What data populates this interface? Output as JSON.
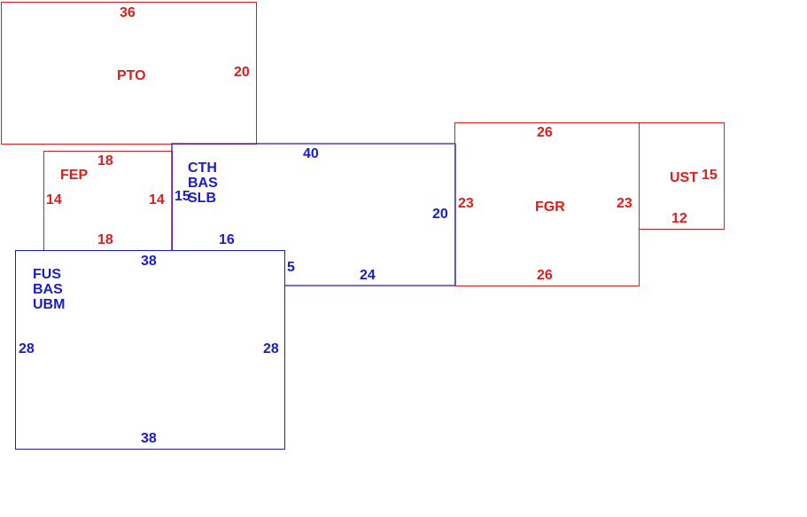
{
  "colors": {
    "red": "#e01b1b",
    "blue": "#1a1ad0"
  },
  "rooms": [
    {
      "code": "PTO",
      "dims": [
        "36",
        "20"
      ],
      "color": "red"
    },
    {
      "code": "FEP",
      "dims": [
        "18",
        "14",
        "14",
        "18"
      ],
      "color": "red"
    },
    {
      "code_lines": [
        "CTH",
        "BAS",
        "SLB"
      ],
      "dims": [
        "40",
        "15",
        "20",
        "16",
        "5",
        "24"
      ],
      "color": "blue"
    },
    {
      "code": "FGR",
      "dims": [
        "26",
        "23",
        "23",
        "26"
      ],
      "color": "red"
    },
    {
      "code": "UST",
      "dims": [
        "15",
        "12"
      ],
      "color": "red"
    },
    {
      "code_lines": [
        "FUS",
        "BAS",
        "UBM"
      ],
      "dims": [
        "38",
        "28",
        "28",
        "38"
      ],
      "color": "blue"
    }
  ]
}
